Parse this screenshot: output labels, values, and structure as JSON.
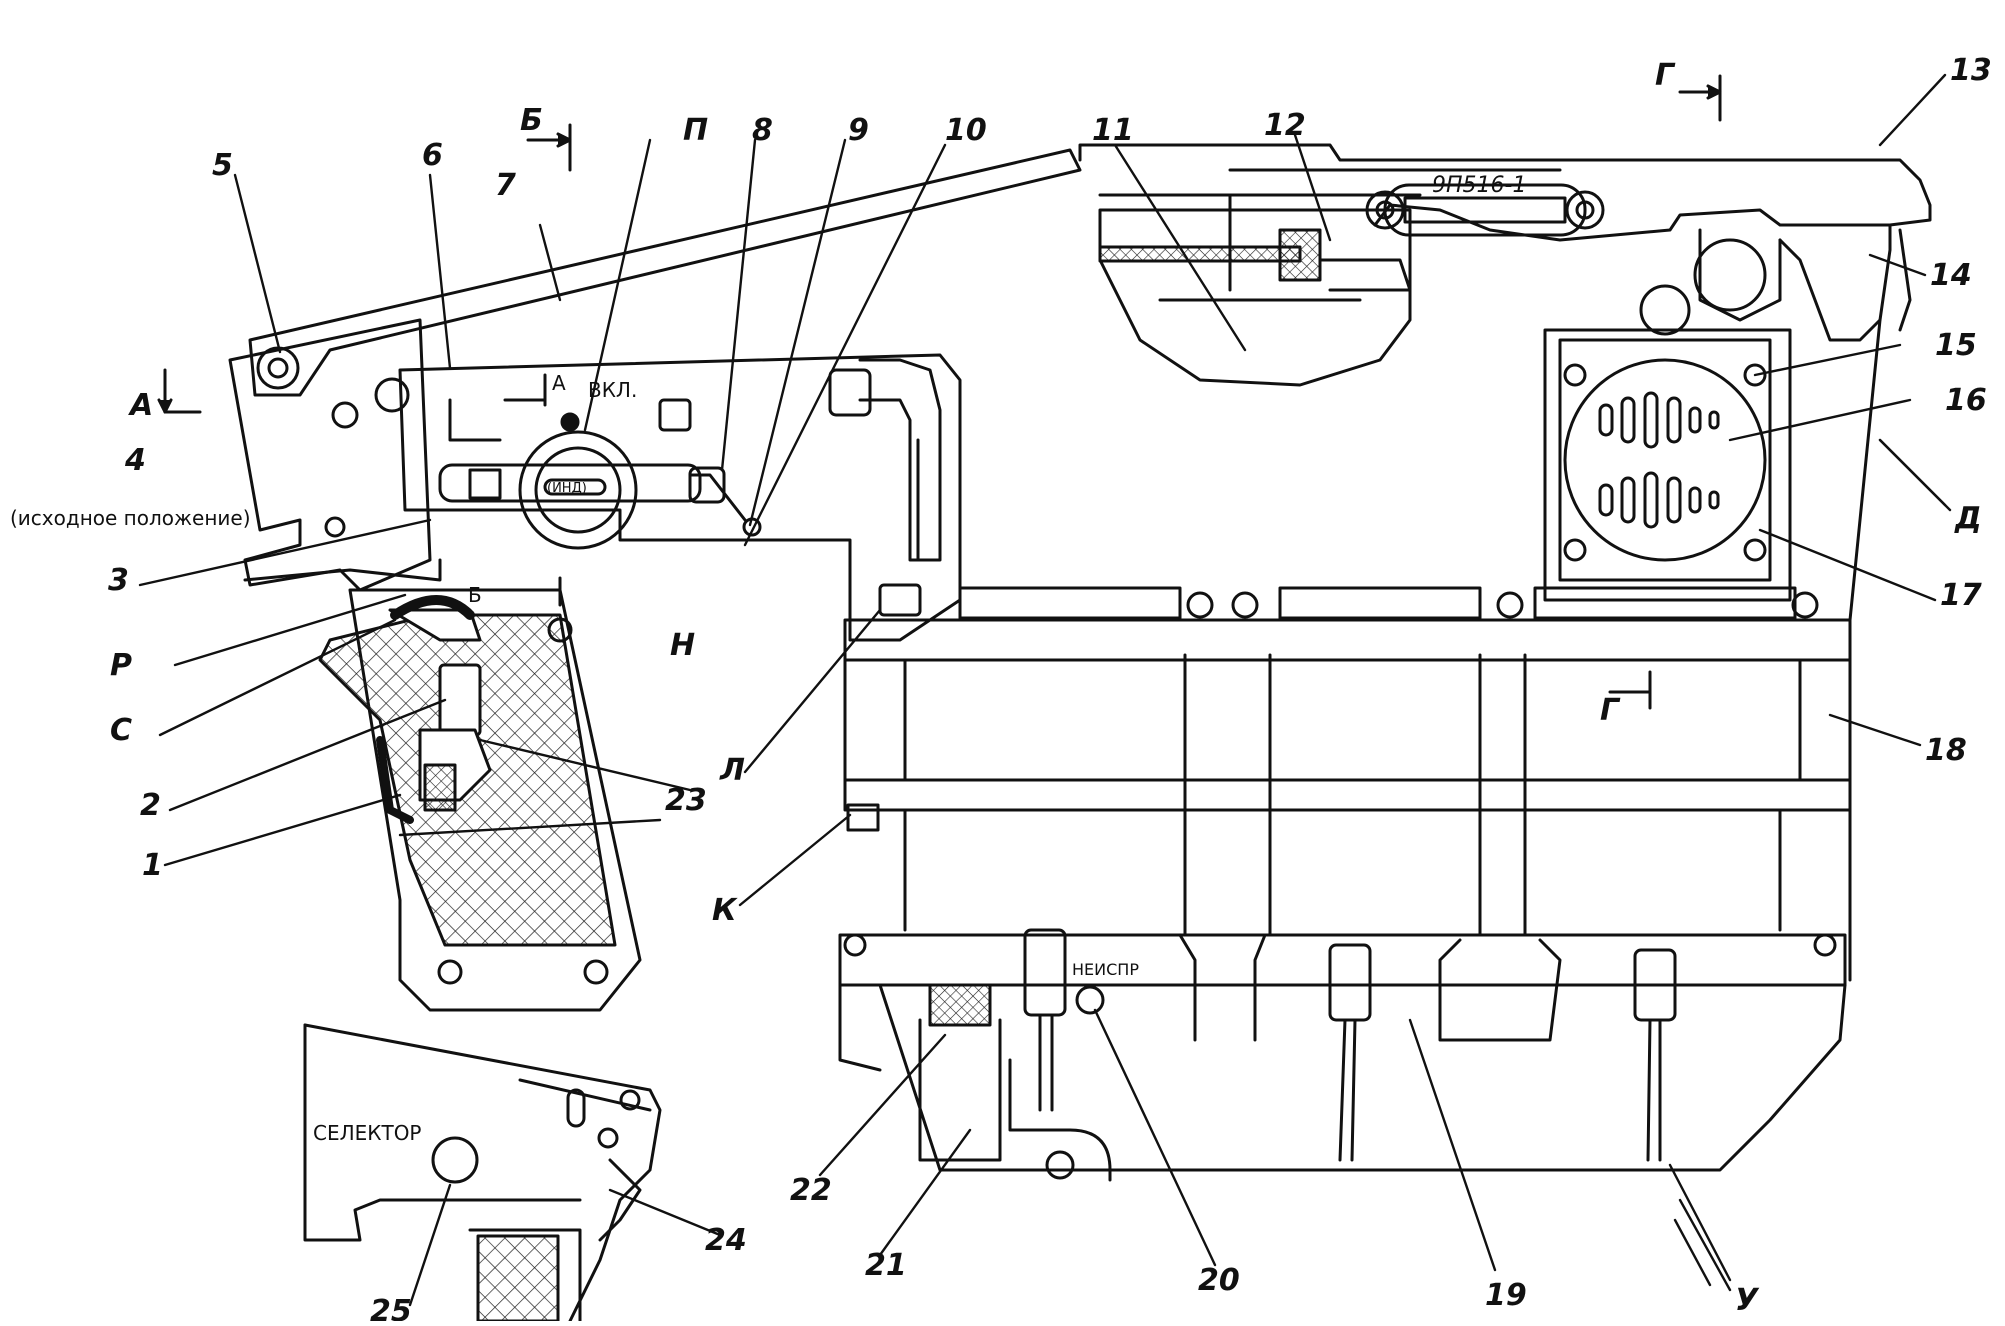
{
  "callouts": {
    "c1": "1",
    "c2": "2",
    "c3": "3",
    "c4": "4",
    "c4_note": "(исходное положение)",
    "c5": "5",
    "c6": "6",
    "c7": "7",
    "c8": "8",
    "c9": "9",
    "c10": "10",
    "c11": "11",
    "c12": "12",
    "c13": "13",
    "c14": "14",
    "c15": "15",
    "c16": "16",
    "c17": "17",
    "c18": "18",
    "c19": "19",
    "c20": "20",
    "c21": "21",
    "c22": "22",
    "c23": "23",
    "c24": "24",
    "c25": "25",
    "cA": "А",
    "cA2": "А",
    "cB": "Б",
    "cB2": "Б",
    "cG": "Г",
    "cG2": "Г",
    "cP": "П",
    "cR": "Р",
    "cS": "С",
    "cH": "Н",
    "cL": "Л",
    "cK": "К",
    "cD": "Д",
    "cU": "У"
  },
  "marks": {
    "vkl": "ВКЛ.",
    "plate": "9П516-1",
    "neispr": "НЕИСПР",
    "selector": "СЕЛЕКТОР",
    "knob": "(ИНД)"
  }
}
